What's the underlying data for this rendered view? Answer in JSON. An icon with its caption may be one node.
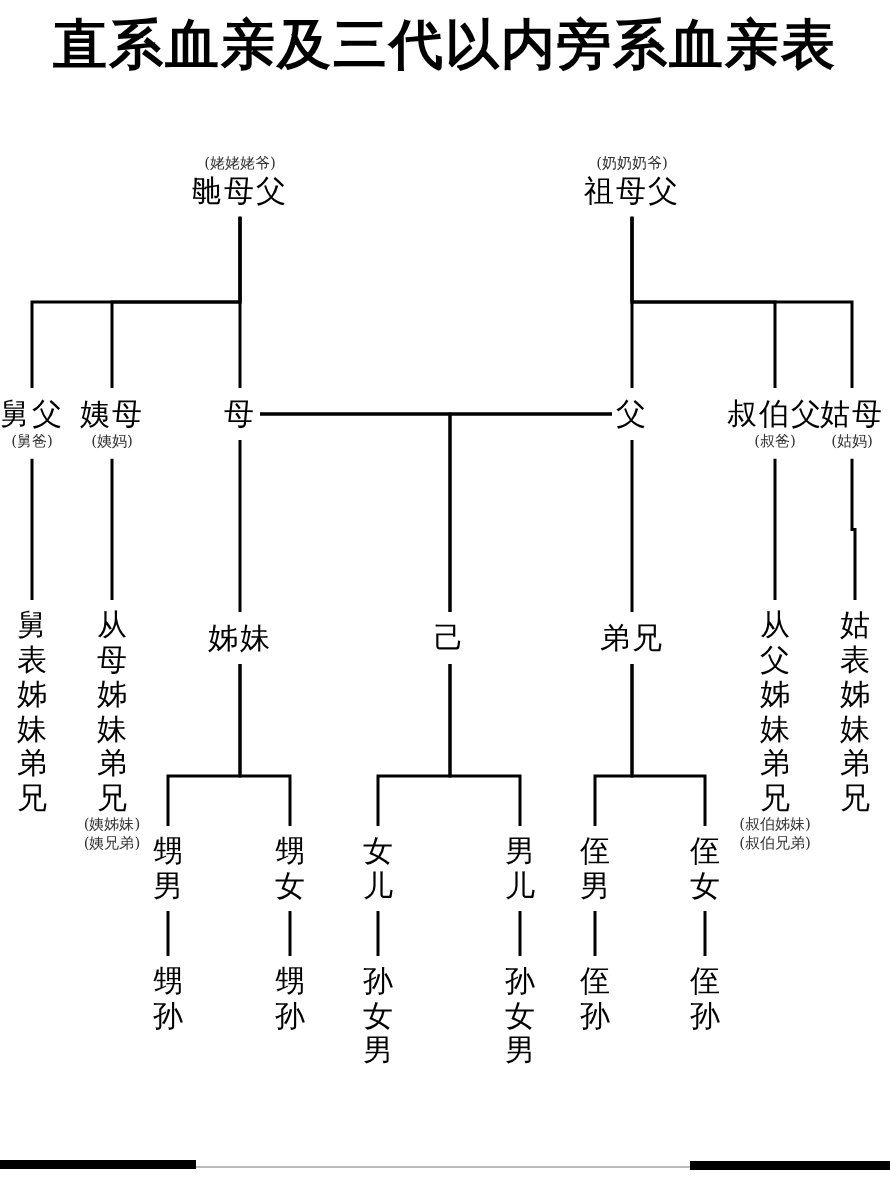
{
  "diagram": {
    "title": "直系血亲及三代以内旁系血亲表",
    "nodes": [
      {
        "text": [
          "(姥姥姥爷)",
          "毑母父"
        ]
      },
      {
        "text": [
          "(奶奶奶爷)",
          "祖母父"
        ]
      },
      {
        "text": [
          "舅父",
          "(舅爸)"
        ]
      },
      {
        "text": [
          "姨母",
          "(姨妈)"
        ]
      },
      {
        "text": [
          "母"
        ]
      },
      {
        "text": [
          "父"
        ]
      },
      {
        "text": [
          "叔伯父",
          "(叔爸)"
        ]
      },
      {
        "text": [
          "姑母",
          "(姑妈)"
        ]
      },
      {
        "text": [
          "舅表姊妹弟兄"
        ]
      },
      {
        "text": [
          "从母姊妹弟兄",
          "(姨姊妹)",
          "(姨兄弟)"
        ]
      },
      {
        "text": [
          "姊妹"
        ]
      },
      {
        "text": [
          "己"
        ]
      },
      {
        "text": [
          "弟兄"
        ]
      },
      {
        "text": [
          "从父姊妹弟兄",
          "(叔伯姊妹)",
          "(叔伯兄弟)"
        ]
      },
      {
        "text": [
          "姑表姊妹弟兄"
        ]
      },
      {
        "text": [
          "甥男"
        ]
      },
      {
        "text": [
          "甥女"
        ]
      },
      {
        "text": [
          "女儿"
        ]
      },
      {
        "text": [
          "男儿"
        ]
      },
      {
        "text": [
          "侄男"
        ]
      },
      {
        "text": [
          "侄女"
        ]
      },
      {
        "text": [
          "甥孙"
        ]
      },
      {
        "text": [
          "甥孙"
        ]
      },
      {
        "text": [
          "孙女男"
        ]
      },
      {
        "text": [
          "孙女男"
        ]
      },
      {
        "text": [
          "侄孙"
        ]
      },
      {
        "text": [
          "侄孙"
        ]
      }
    ],
    "edges": [
      {
        "from": 0,
        "to": 2,
        "arrow": "none"
      },
      {
        "from": 0,
        "to": 3,
        "arrow": "none"
      },
      {
        "from": 0,
        "to": 4,
        "arrow": "none"
      },
      {
        "from": 1,
        "to": 5,
        "arrow": "none"
      },
      {
        "from": 1,
        "to": 6,
        "arrow": "none"
      },
      {
        "from": 1,
        "to": 7,
        "arrow": "none"
      },
      {
        "from": 4,
        "to": 5,
        "arrow": "none"
      },
      {
        "from": 4,
        "to": 11,
        "arrow": "none"
      },
      {
        "from": 5,
        "to": 11,
        "arrow": "none"
      },
      {
        "from": 2,
        "to": 8,
        "arrow": "none"
      },
      {
        "from": 3,
        "to": 9,
        "arrow": "none"
      },
      {
        "from": 4,
        "to": 10,
        "arrow": "none"
      },
      {
        "from": 5,
        "to": 12,
        "arrow": "none"
      },
      {
        "from": 6,
        "to": 13,
        "arrow": "none"
      },
      {
        "from": 7,
        "to": 14,
        "arrow": "none"
      },
      {
        "from": 10,
        "to": 15,
        "arrow": "none"
      },
      {
        "from": 10,
        "to": 16,
        "arrow": "none"
      },
      {
        "from": 11,
        "to": 17,
        "arrow": "none"
      },
      {
        "from": 11,
        "to": 18,
        "arrow": "none"
      },
      {
        "from": 12,
        "to": 19,
        "arrow": "none"
      },
      {
        "from": 12,
        "to": 20,
        "arrow": "none"
      },
      {
        "from": 15,
        "to": 21,
        "arrow": "none"
      },
      {
        "from": 16,
        "to": 22,
        "arrow": "none"
      },
      {
        "from": 17,
        "to": 23,
        "arrow": "none"
      },
      {
        "from": 18,
        "to": 24,
        "arrow": "none"
      },
      {
        "from": 19,
        "to": 25,
        "arrow": "none"
      },
      {
        "from": 20,
        "to": 26,
        "arrow": "none"
      }
    ]
  }
}
